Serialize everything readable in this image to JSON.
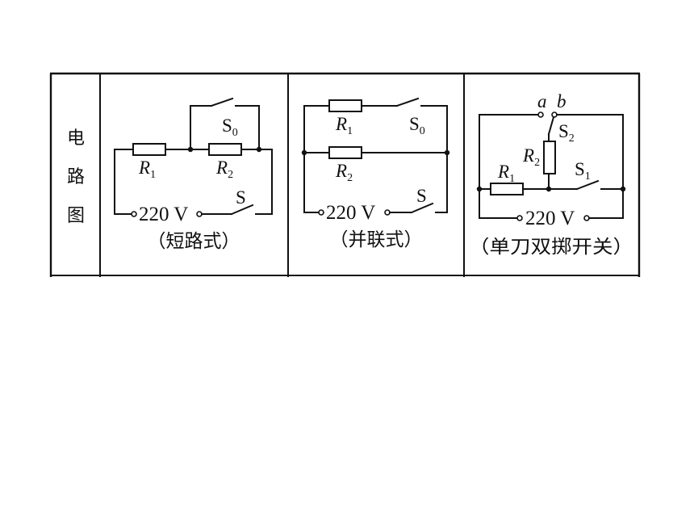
{
  "header": {
    "chars": [
      "电",
      "路",
      "图"
    ]
  },
  "circuit_short": {
    "caption": "（短路式）",
    "switch_main": "S",
    "switch_bypass": {
      "letter": "S",
      "sub": "0"
    },
    "r1": {
      "letter": "R",
      "sub": "1"
    },
    "r2": {
      "letter": "R",
      "sub": "2"
    },
    "voltage": "220 V"
  },
  "circuit_parallel": {
    "caption": "（并联式）",
    "switch_main": "S",
    "switch_branch": {
      "letter": "S",
      "sub": "0"
    },
    "r1": {
      "letter": "R",
      "sub": "1"
    },
    "r2": {
      "letter": "R",
      "sub": "2"
    },
    "voltage": "220 V"
  },
  "circuit_spdt": {
    "caption": "（单刀双掷开关）",
    "contact_a": "a",
    "contact_b": "b",
    "switch_spdt": {
      "letter": "S",
      "sub": "2"
    },
    "switch_s1": {
      "letter": "S",
      "sub": "1"
    },
    "r1": {
      "letter": "R",
      "sub": "1"
    },
    "r2": {
      "letter": "R",
      "sub": "2"
    },
    "voltage": "220 V"
  }
}
